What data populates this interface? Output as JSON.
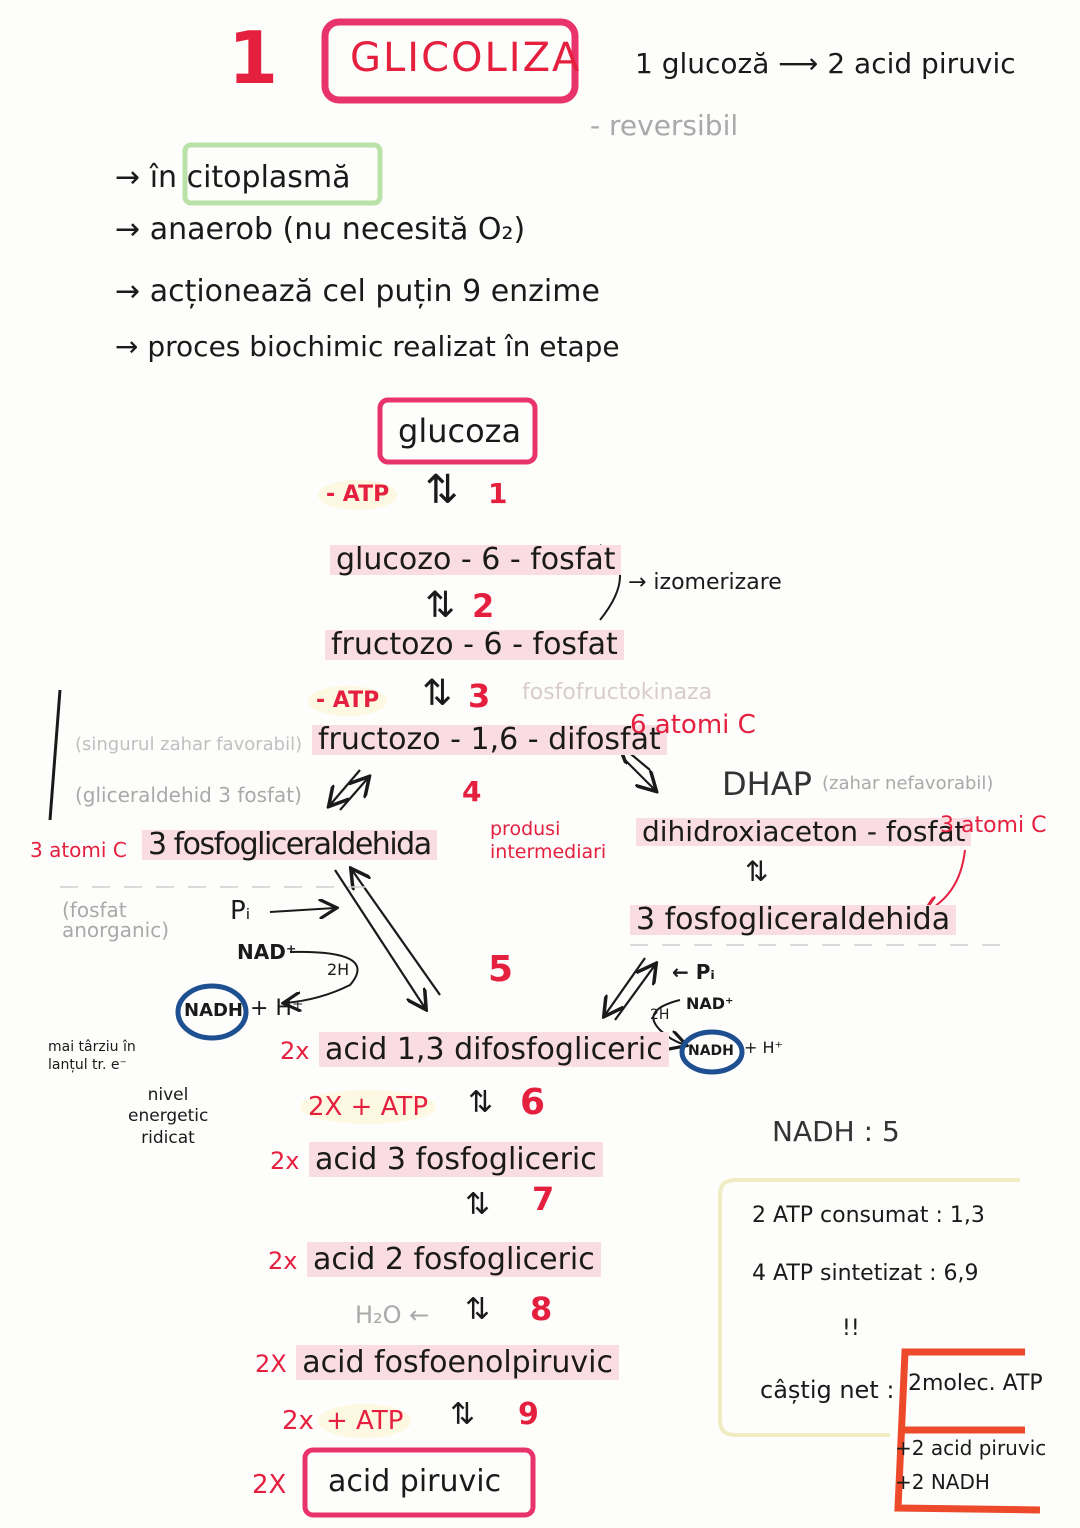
{
  "header": {
    "number": "1",
    "title": "GLICOLIZA",
    "summary": "1 glucoză ⟶ 2 acid piruvic",
    "reversible": "- reversibil"
  },
  "bullets": [
    {
      "arrow": "→",
      "prefix": "în",
      "text": "citoplasmă"
    },
    {
      "arrow": "→",
      "text": "anaerob (nu necesită O₂)"
    },
    {
      "arrow": "→",
      "text": "acționează cel puțin 9 enzime"
    },
    {
      "arrow": "→",
      "text": "proces biochimic realizat în etape"
    }
  ],
  "pathway": {
    "glucoza": "glucoza",
    "step1": {
      "cofactor": "- ATP",
      "arrow": "⇅",
      "number": "1"
    },
    "g6p": "glucozo - 6 - fosfat",
    "izomerizare": "→ izomerizare",
    "step2": {
      "arrow": "⇅",
      "number": "2"
    },
    "f6p": "fructozo - 6 - fosfat",
    "step3": {
      "cofactor": "- ATP",
      "arrow": "⇅",
      "number": "3",
      "enzyme": "fosfofructokinaza"
    },
    "f16bp": "fructozo - 1,6 - difosfat",
    "f16bp_note": "(singurul zahar favorabil)",
    "f16bp_carbons": "6 atomi C",
    "step4": {
      "number": "4",
      "note": "produsi intermediari"
    },
    "gap_note": "(gliceraldehid 3 fosfat)",
    "gap_left_carbons": "3 atomi C",
    "gap_left": "3 fosfogliceraldehida",
    "dhap": "DHAP",
    "dhap_note": "(zahar nefavorabil)",
    "dhap_full": "dihidroxiaceton - fosfat",
    "dhap_carbons": "3 atomi C",
    "dhap_arrow": "⇅",
    "gap_right": "3 fosfogliceraldehida",
    "step5": {
      "number": "5",
      "pi_note": "(fosfat anorganic)",
      "pi": "Pᵢ",
      "nad": "NAD⁺",
      "two_h": "2H",
      "nadh": "NADH",
      "h_plus": "+ H⁺",
      "right_pi": "← Pᵢ",
      "right_nad": "NAD⁺",
      "right_two_h": "2H",
      "right_nadh": "NADH",
      "right_h_plus": "+ H⁺"
    },
    "nadh_later": "mai târziu în lanțul tr. e⁻",
    "nadh_level": "nivel energetic ridicat",
    "bpg": {
      "mult": "2x",
      "text": "acid 1,3 difosfogliceric"
    },
    "step6": {
      "cofactor": "2X + ATP",
      "arrow": "⇅",
      "number": "6"
    },
    "pg3": {
      "mult": "2x",
      "text": "acid 3 fosfogliceric"
    },
    "step7": {
      "arrow": "⇅",
      "number": "7"
    },
    "pg2": {
      "mult": "2x",
      "text": "acid 2 fosfogliceric"
    },
    "step8": {
      "water": "H₂O ←",
      "arrow": "⇅",
      "number": "8"
    },
    "pep": {
      "mult": "2X",
      "text": "acid fosfoenolpiruvic"
    },
    "step9": {
      "mult": "2x",
      "cofactor": "+ ATP",
      "arrow": "⇅",
      "number": "9"
    },
    "pyruvate": {
      "mult": "2X",
      "text": "acid piruvic"
    }
  },
  "summary_box": {
    "nadh_step": "NADH : 5",
    "consumed": "2 ATP consumat : 1,3",
    "synthesized": "4 ATP sintetizat : 6,9",
    "mark": "!!",
    "net_label": "câștig net :",
    "net_atp": "2molec. ATP",
    "net_pyruvate": "+2 acid piruvic",
    "net_nadh": "+2 NADH"
  },
  "colors": {
    "accent": "#e5203f",
    "title_border": "#e8336b",
    "highlight": "#f9dde3",
    "nadh_circle": "#1d4f91",
    "green_box": "#b9e2a8",
    "summary_border": "#f0edc4",
    "bracket": "#ec4a2a"
  }
}
